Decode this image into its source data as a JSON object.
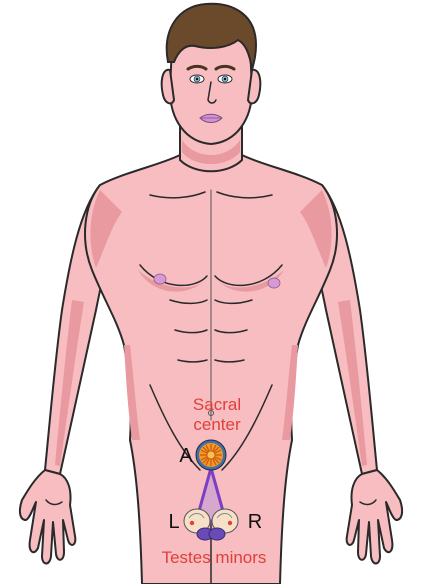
{
  "labels": {
    "sacral_line1": "Sacral",
    "sacral_line2": "center",
    "anterior": "A",
    "left": "L",
    "right": "R",
    "testes": "Testes minors"
  },
  "colors": {
    "skin": "#f7bdc0",
    "skin_shadow": "#e89aa0",
    "hair": "#6b4a2b",
    "eyes": "#7fb7d9",
    "lips": "#d58fd5",
    "accent_red": "#e0403a",
    "connector_purple": "#7b3fc4",
    "chakra_orange": "#f39a1f",
    "chakra_ring": "#3f6fb3"
  },
  "icons": {
    "sacral_chakra": "sacral-chakra-icon",
    "testes": "testes-icon"
  }
}
